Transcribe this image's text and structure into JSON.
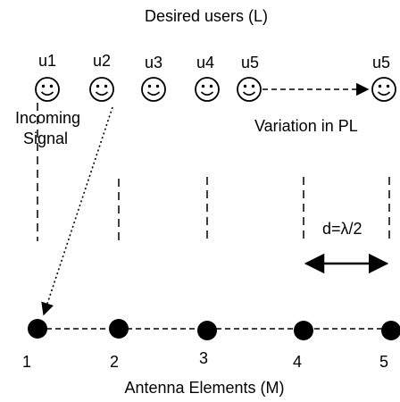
{
  "title": "Desired users (L)",
  "users": [
    "u1",
    "u2",
    "u3",
    "u4",
    "u5",
    "u5"
  ],
  "user_icon": "smiley-face-icon",
  "annotations": {
    "incoming_signal": [
      "Incoming",
      "Signal"
    ],
    "variation": "Variation in PL",
    "spacing": "d=λ/2"
  },
  "elements": [
    "1",
    "2",
    "3",
    "4",
    "5"
  ],
  "footer": "Antenna Elements (M)"
}
